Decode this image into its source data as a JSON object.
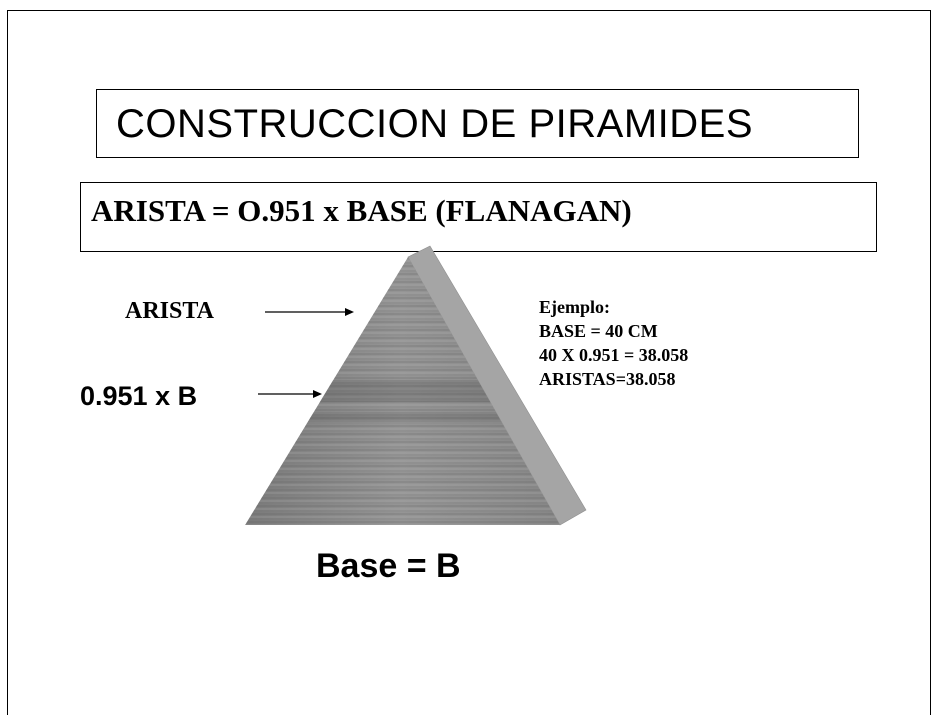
{
  "slide": {
    "title": "CONSTRUCCION DE PIRAMIDES",
    "formula": "ARISTA = O.951 x BASE (FLANAGAN)",
    "labels": {
      "arista": "ARISTA",
      "ratio": "0.951 x B",
      "base": "Base = B"
    },
    "example": {
      "heading": "Ejemplo:",
      "lines": [
        "BASE = 40 CM",
        "40 X 0.951 = 38.058",
        "ARISTAS=38.058"
      ]
    }
  },
  "colors": {
    "border": "#000000",
    "pyramid_face": "#8c8c8c",
    "pyramid_side": "#a6a6a6"
  }
}
